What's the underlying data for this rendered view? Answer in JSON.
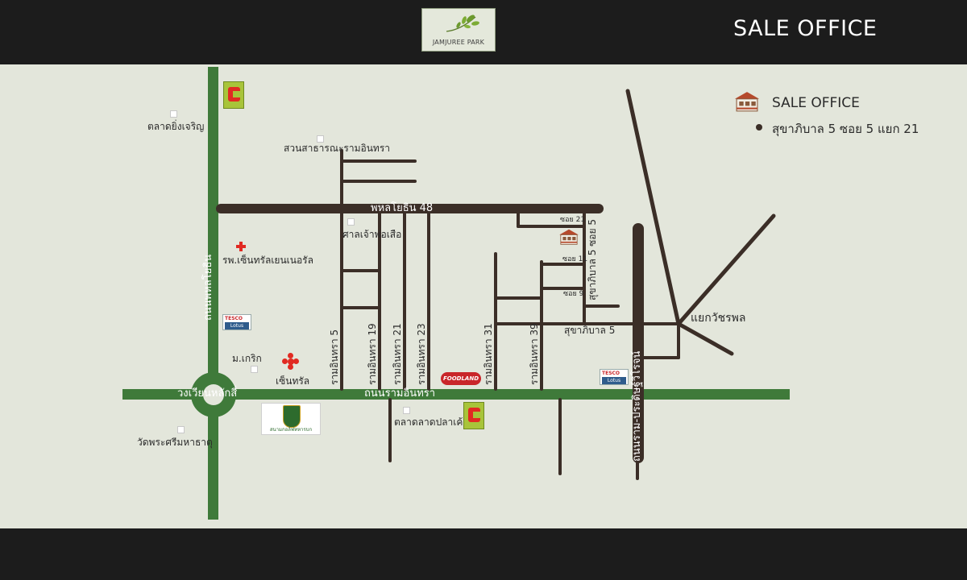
{
  "header": {
    "logo_text": "JAMJUREE PARK",
    "title": "SALE OFFICE"
  },
  "legend": {
    "title": "SALE OFFICE",
    "address": "สุขาภิบาล 5 ซอย 5 แยก 21"
  },
  "colors": {
    "background_bar": "#1c1c1c",
    "map_background": "#e3e6db",
    "major_road": "#3f7a3a",
    "minor_road": "#3b2e27"
  },
  "roads": {
    "phahon_yothin_48": "พหลโยธิน 48",
    "ram_inthra_road": "ถนนรามอินทรา",
    "phahon_yothin_road": "ถนนพหลโยธิน",
    "wongwian_lak_si": "วงเวียนหลักสี่",
    "soi_5": "รามอินทรา 5",
    "soi_19": "รามอินทรา 19",
    "soi_21": "รามอินทรา 21",
    "soi_23": "รามอินทรา 23",
    "soi_31": "รามอินทรา 31",
    "soi_39": "รามอินทรา 39",
    "sukhaphiban_5": "สุขาภิบาล 5",
    "sukhaphiban_5_soi_5": "สุขาภิบาล 5 ซอย 5",
    "soi_21_small": "ซอย 21",
    "soi_11_small": "ซอย 11",
    "soi_9_small": "ซอย 9",
    "watcharaphon_junction": "แยกวัชรพล",
    "expressway": "ถนนราม-ประดิษฐ์วิโรจน์"
  },
  "places": {
    "talat_ying_charoen": "ตลาดยิ่งเจริญ",
    "public_park": "สวนสาธารณะรามอินทรา",
    "sala_chao_pho_suea": "ศาลเจ้าพ่อเสือ",
    "hospital": "รพ.เซ็นทรัลเยนเนอรัล",
    "kasem_bundit": "ม.เกริก",
    "central": "เซ็นทรัล",
    "talat_lat_pla_khao": "ตลาดลาดปลาเค้า",
    "wat_phra_si_mahathat": "วัดพระศรีมหาธาตุ",
    "golf_course": "สนามกอล์ฟทหารบก",
    "foodland": "FOODLAND",
    "big_c": "Big C",
    "tesco": "TESCO",
    "lotus": "Lotus",
    "central_logo": "เซ็นทรัล"
  }
}
